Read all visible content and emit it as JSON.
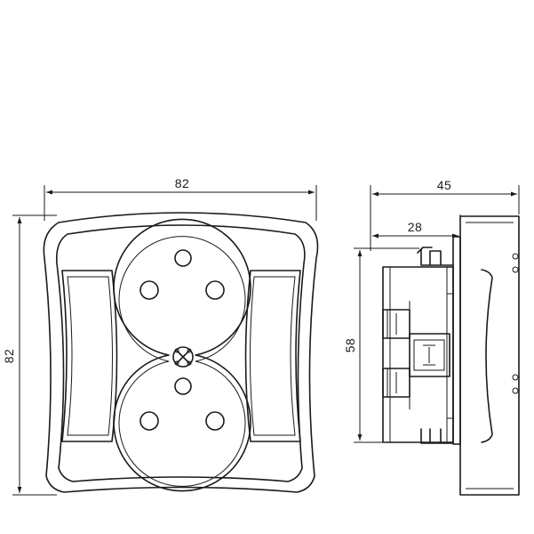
{
  "dimensions": {
    "front_width": "82",
    "front_height": "82",
    "side_depth_total": "45",
    "side_depth_body": "28",
    "side_height_body": "58"
  }
}
